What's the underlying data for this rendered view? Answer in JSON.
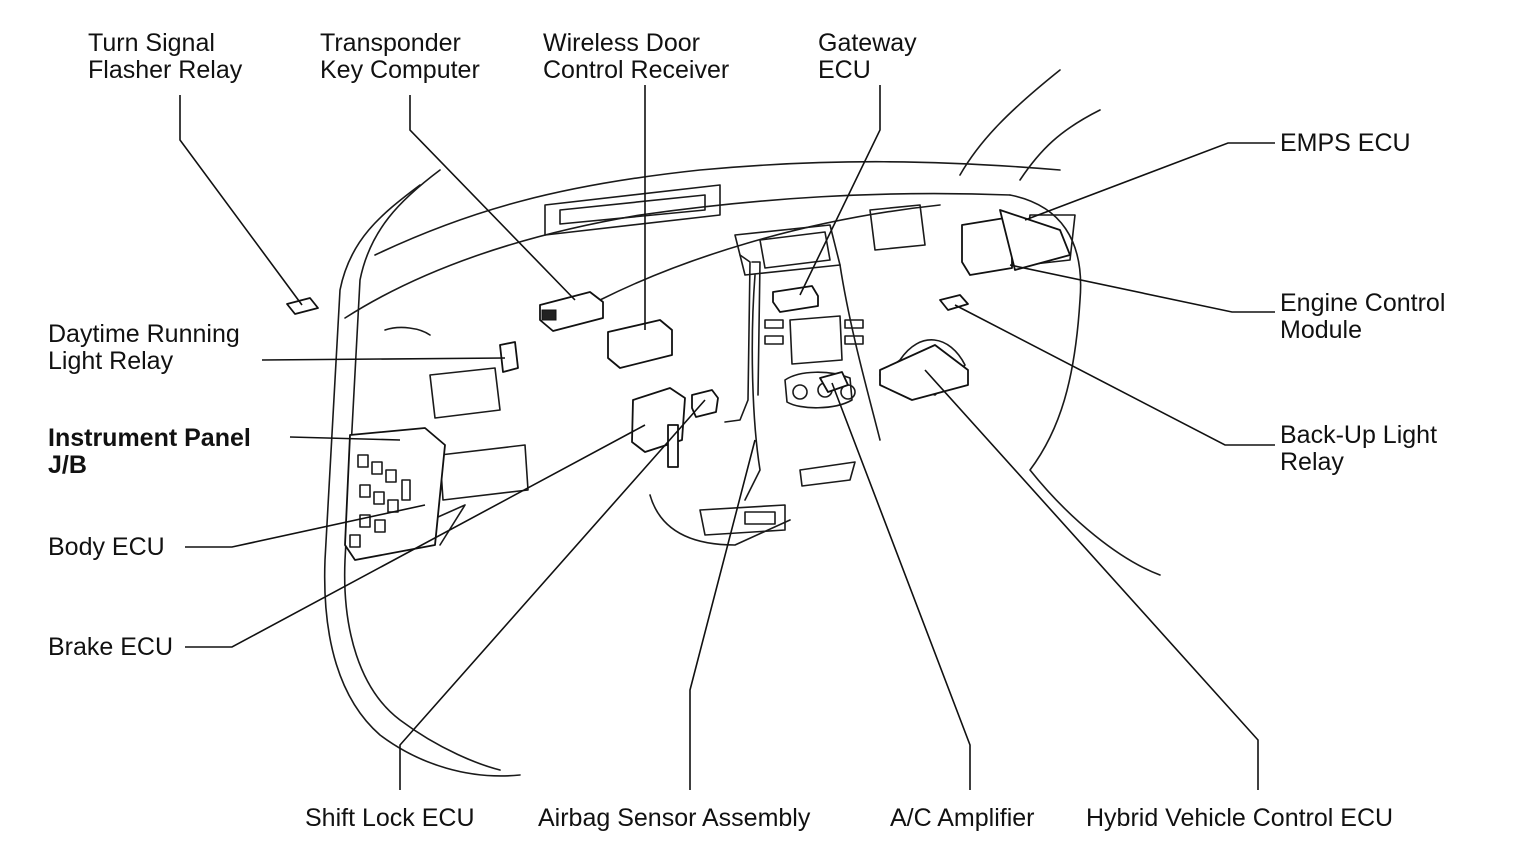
{
  "labels": {
    "turn_signal": [
      "Turn Signal",
      "Flasher Relay"
    ],
    "transponder": [
      "Transponder",
      "Key Computer"
    ],
    "wireless_door": [
      "Wireless Door",
      "Control Receiver"
    ],
    "gateway": [
      "Gateway",
      "ECU"
    ],
    "emps": "EMPS ECU",
    "engine_control": [
      "Engine Control",
      "Module"
    ],
    "daytime_running": [
      "Daytime Running",
      "Light Relay"
    ],
    "instrument_panel": [
      "Instrument Panel",
      "J/B"
    ],
    "body_ecu": "Body ECU",
    "brake_ecu": "Brake ECU",
    "backup_light": [
      "Back-Up Light",
      "Relay"
    ],
    "shift_lock": "Shift Lock ECU",
    "airbag": "Airbag Sensor Assembly",
    "ac_amplifier": "A/C Amplifier",
    "hybrid": "Hybrid Vehicle Control ECU"
  }
}
